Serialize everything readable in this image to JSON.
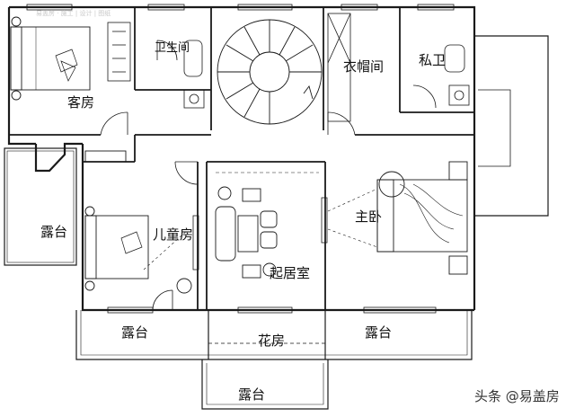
{
  "rooms": {
    "guest_room": "客房",
    "bathroom": "卫生间",
    "cloakroom": "衣帽间",
    "private_bath": "私卫",
    "master_bedroom": "主卧",
    "children_room": "儿童房",
    "living_room": "起居室",
    "terrace_left": "露台",
    "terrace_bottom_left": "露台",
    "terrace_bottom_right": "露台",
    "terrace_front": "露台",
    "flower_room": "花房"
  },
  "watermark": {
    "text": "头条 @易盖房"
  },
  "faint_header": {
    "text": "易盖房 · 施工 | 设计 | 图纸"
  },
  "colors": {
    "line": "#1a1a1a",
    "background": "#ffffff"
  }
}
